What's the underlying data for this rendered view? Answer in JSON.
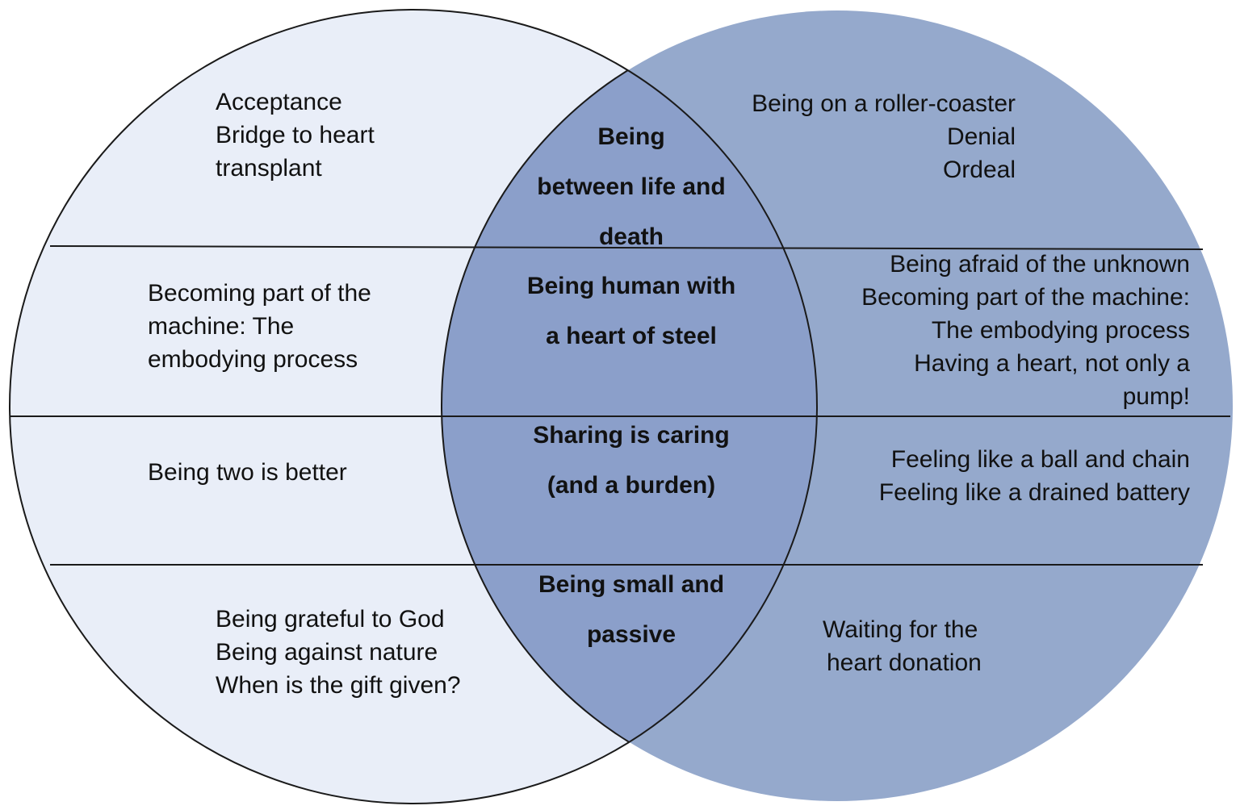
{
  "colors": {
    "left_circle_fill": "#e9eef8",
    "right_circle_fill": "#95a9cc",
    "overlap_fill": "#8b9fca",
    "outline": "#1a1a1a"
  },
  "rows": [
    {
      "left": [
        "Acceptance",
        "Bridge to heart",
        "transplant"
      ],
      "center": [
        "Being",
        "between life and",
        "death"
      ],
      "right": [
        "Being on a roller-coaster",
        "Denial",
        "Ordeal"
      ]
    },
    {
      "left": [
        "Becoming part of the",
        "machine: The",
        "embodying process"
      ],
      "center": [
        "Being human with",
        "a heart of steel"
      ],
      "right": [
        "Being afraid of the unknown",
        "Becoming part of the machine:",
        "The embodying process",
        "Having a heart, not only a",
        "pump!"
      ]
    },
    {
      "left": [
        "Being two is better"
      ],
      "center": [
        "Sharing is caring",
        "(and a burden)"
      ],
      "right": [
        "Feeling like a ball and chain",
        "Feeling like a drained battery"
      ]
    },
    {
      "left": [
        "Being grateful to God",
        "Being against nature",
        "When is the gift given?"
      ],
      "center": [
        "Being small and",
        "passive"
      ],
      "right": [
        "Waiting for the",
        "heart donation"
      ]
    }
  ]
}
